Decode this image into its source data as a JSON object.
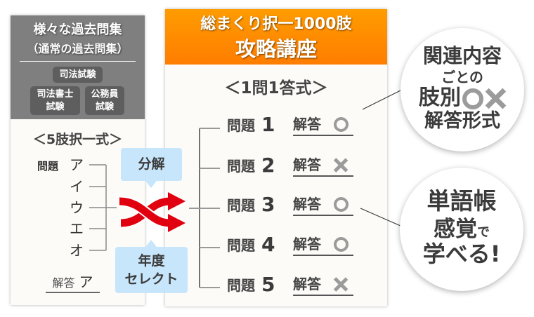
{
  "left_panel": {
    "title_line1": "様々な過去問集",
    "title_line2": "（通常の過去問集）",
    "exam_badges": [
      {
        "line1": "司法試験"
      },
      {
        "line1": "司法書士",
        "line2": "試験"
      },
      {
        "line1": "公務員",
        "line2": "試験"
      }
    ],
    "format_label": "＜5肢択一式＞",
    "question_label": "問題",
    "choices": [
      "ア",
      "イ",
      "ウ",
      "エ",
      "オ"
    ],
    "answer_label": "解答",
    "answer_value": "ア"
  },
  "callouts": {
    "decompose": "分解",
    "year_select": {
      "line1": "年度",
      "line2": "セレクト"
    }
  },
  "right_panel": {
    "title_line1": "総まくり択一1000肢",
    "title_line2": "攻略講座",
    "format_label": "＜1問1答式＞",
    "rows": [
      {
        "question_label": "問題",
        "number": "1",
        "answer_label": "解答",
        "mark": "○",
        "mark_type": "circle"
      },
      {
        "question_label": "問題",
        "number": "2",
        "answer_label": "解答",
        "mark": "×",
        "mark_type": "cross"
      },
      {
        "question_label": "問題",
        "number": "3",
        "answer_label": "解答",
        "mark": "○",
        "mark_type": "circle"
      },
      {
        "question_label": "問題",
        "number": "4",
        "answer_label": "解答",
        "mark": "○",
        "mark_type": "circle"
      },
      {
        "question_label": "問題",
        "number": "5",
        "answer_label": "解答",
        "mark": "×",
        "mark_type": "cross"
      }
    ]
  },
  "features": [
    {
      "line1": "関連内容",
      "line2": "ごとの",
      "line3": "肢別",
      "marks": [
        {
          "mark": "○",
          "mark_type": "circle"
        },
        {
          "mark": "×",
          "mark_type": "cross"
        }
      ],
      "line4": "解答形式"
    },
    {
      "line1": "単語帳",
      "line2": "感覚",
      "line2_suffix": "で",
      "line3": "学べる!"
    }
  ],
  "colors": {
    "header_orange_top": "#ff9c00",
    "header_orange_bottom": "#ff7d00",
    "header_gray": "#7f7f7f",
    "badge_gray": "#5e5e5e",
    "callout_blue": "#c4e4fb",
    "arrow_red": "#e1000f",
    "mark_gray": "#9b9b9b",
    "text_dark": "#3b3b3b"
  }
}
